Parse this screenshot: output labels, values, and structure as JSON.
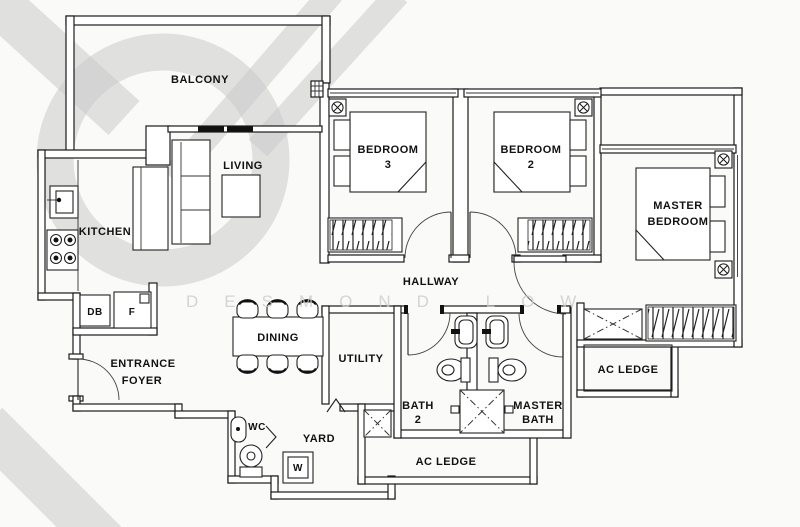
{
  "colors": {
    "wall": "#1a1a1a",
    "watermark": "#cbcbcb",
    "background": "#fafaf8",
    "text": "#111111"
  },
  "watermark": {
    "agent_name": "DESMOND LOW"
  },
  "rooms": {
    "balcony": "BALCONY",
    "living": "LIVING",
    "kitchen": "KITCHEN",
    "hallway": "HALLWAY",
    "dining": "DINING",
    "utility": "UTILITY",
    "yard": "YARD",
    "wc": "WC",
    "entrance_foyer": {
      "line1": "ENTRANCE",
      "line2": "FOYER"
    },
    "bedroom3": {
      "line1": "BEDROOM",
      "line2": "3"
    },
    "bedroom2": {
      "line1": "BEDROOM",
      "line2": "2"
    },
    "master_bedroom": {
      "line1": "MASTER",
      "line2": "BEDROOM"
    },
    "bath2": {
      "line1": "BATH",
      "line2": "2"
    },
    "master_bath": {
      "line1": "MASTER",
      "line2": "BATH"
    },
    "ac_ledge_right": "AC LEDGE",
    "ac_ledge_bottom": "AC LEDGE"
  },
  "fixtures": {
    "distribution_board": "DB",
    "fridge": "F",
    "washer": "W"
  }
}
